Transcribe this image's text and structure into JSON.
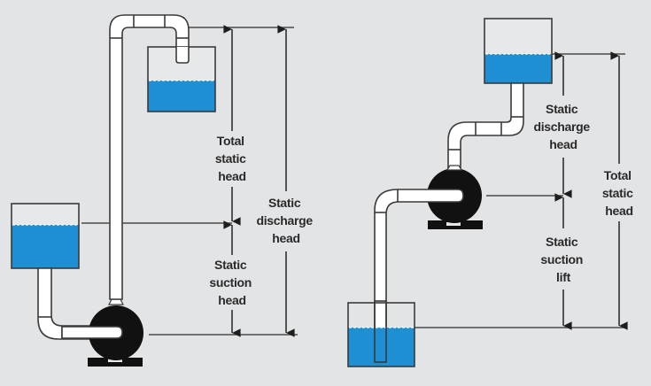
{
  "colors": {
    "background": "#e3e4e6",
    "water": "#1f8fd4",
    "pump": "#111111",
    "outline": "#3a3a3a"
  },
  "left_diagram": {
    "scenario": "Suction tank above pump",
    "labels": {
      "total_static_head": [
        "Total",
        "static",
        "head"
      ],
      "static_discharge_head": [
        "Static",
        "discharge",
        "head"
      ],
      "static_suction_head": [
        "Static",
        "suction",
        "head"
      ]
    }
  },
  "right_diagram": {
    "scenario": "Suction tank below pump",
    "labels": {
      "static_discharge_head": [
        "Static",
        "discharge",
        "head"
      ],
      "total_static_head": [
        "Total",
        "static",
        "head"
      ],
      "static_suction_lift": [
        "Static",
        "suction",
        "lift"
      ]
    }
  }
}
